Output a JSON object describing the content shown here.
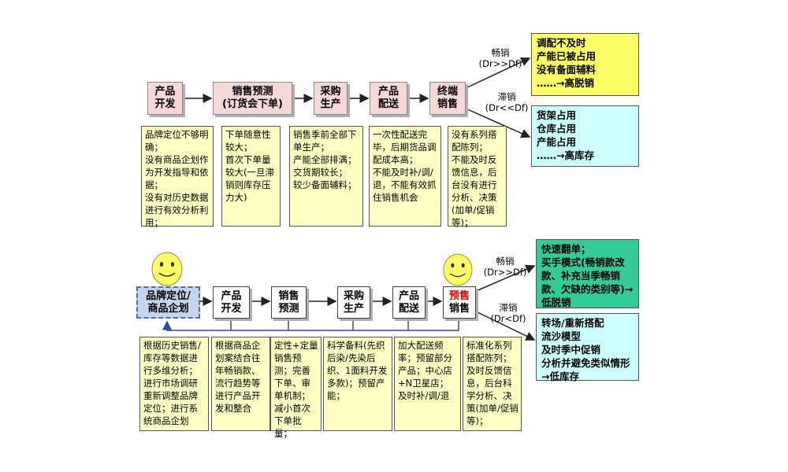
{
  "colors": {
    "process_pink": "#f6d8d8",
    "note_yellow": "#ffffc4",
    "outcome_yellow": "#ffff66",
    "outcome_cyan": "#ccffff",
    "outcome_green": "#33cc99",
    "positioning_blue": "#c6d4ee",
    "presale_red": "#e00000",
    "face_yellow": "#ffff66"
  },
  "top": {
    "steps": [
      {
        "label": "产品\n开发"
      },
      {
        "label": "销售预测\n(订货会下单)"
      },
      {
        "label": "采购\n生产"
      },
      {
        "label": "产品\n配送"
      },
      {
        "label": "终端\n销售"
      }
    ],
    "notes": [
      "品牌定位不够明确；\n没有商品企划作为开发指导和依据；\n没有对历史数据进行有效分析利用；",
      "下单随意性较大；\n首次下单量较大(一旦滞销则库存压力大)",
      "销售季前全部下单生产；\n产能全部排满；\n交货期较长；\n较少备面辅料；",
      "一次性配送完毕，后期货品调配成本高；\n不能及时补/调/退，不能有效抓住销售机会",
      "没有系列搭配陈列；\n不能及时反馈信息，后台没有进行分析、决策(加单/促销等)；"
    ],
    "hot_label": "畅销\n(Dr>>Df)",
    "slow_label": "滞销\n(Dr<<Df)",
    "hot_outcome": "调配不及时\n产能已被占用\n没有备面辅料\n……→高脱销",
    "slow_outcome": "货架占用\n仓库占用\n产能占用\n……→高库存"
  },
  "bottom": {
    "steps": [
      {
        "label": "品牌定位/\n商品企划"
      },
      {
        "label": "产品\n开发"
      },
      {
        "label": "销售\n预测"
      },
      {
        "label": "采购\n生产"
      },
      {
        "label": "产品\n配送"
      },
      {
        "label_top": "预售",
        "label_bottom": "销售"
      }
    ],
    "notes": [
      "根据历史销售/库存等数据进行多维分析；进行市场调研重新调整品牌定位；进行系统商品企划",
      "根据商品企划案结合往年畅销款、流行趋势等进行产品开发和整合",
      "定性+定量销售预测；完善下单、审单机制；减小首次下单批量；",
      "科学备料(先织后染/先染后织、1面料开发多款)；预留产能；",
      "加大配送频率；预留部分产品；中心店+N卫星店；\n及时补/调/退",
      "标准化系列搭配陈列；\n及时反馈信息，后台科学分析、决策(加单/促销等)；"
    ],
    "hot_label": "畅销\n(Dr>>Df)",
    "slow_label": "滞销\n(Dr<Df)",
    "hot_outcome": "快速翻单；\n买手模式(畅销款改款、补充当季畅销款、欠缺的类别等)→低脱销",
    "slow_outcome": "转场/重新搭配\n流沙模型\n及时季中促销\n分析并避免类似情形→低库存"
  }
}
